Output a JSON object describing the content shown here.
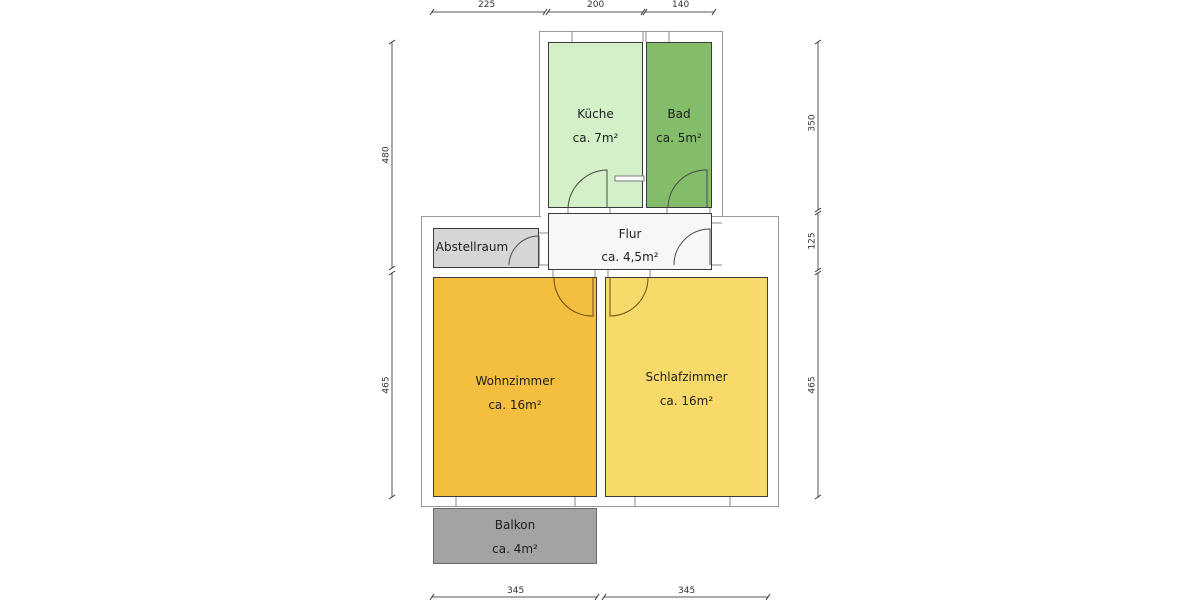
{
  "floorplan": {
    "rooms": {
      "kueche": {
        "name": "Küche",
        "area": "ca. 7m²",
        "color": "#d3f0c8"
      },
      "bad": {
        "name": "Bad",
        "area": "ca. 5m²",
        "color": "#83bd6a"
      },
      "flur": {
        "name": "Flur",
        "area": "ca. 4,5m²",
        "color": "#f7f7f7"
      },
      "abstellraum": {
        "name": "Abstellraum",
        "color": "#d6d6d6"
      },
      "wohnzimmer": {
        "name": "Wohnzimmer",
        "area": "ca. 16m²",
        "color": "#f4bf3f"
      },
      "schlafzimmer": {
        "name": "Schlafzimmer",
        "area": "ca. 16m²",
        "color": "#f8da6a"
      },
      "balkon": {
        "name": "Balkon",
        "area": "ca. 4m²",
        "color": "#a3a3a3"
      }
    },
    "dimensions": {
      "top": [
        "225",
        "200",
        "140"
      ],
      "bottom": [
        "345",
        "345"
      ],
      "left": [
        "480",
        "465"
      ],
      "right": [
        "350",
        "125",
        "465"
      ]
    }
  }
}
